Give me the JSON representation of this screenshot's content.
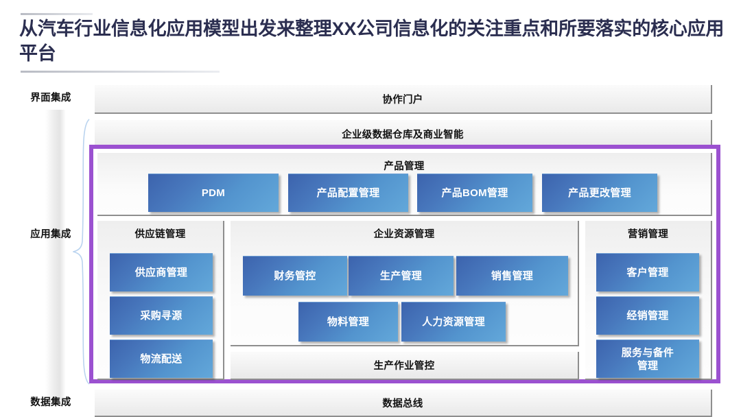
{
  "slide": {
    "title": "从汽车行业信息化应用模型出发来整理XX公司信息化的关注重点和所要落实的核心应用平台",
    "title_color": "#2b2e50",
    "accent_purple": "#9b51d0",
    "tile_blue_dark": "#3c63ad",
    "tile_blue_light": "#63a8da"
  },
  "axis": {
    "labels": [
      {
        "text": "界面集成"
      },
      {
        "text": "应用集成"
      },
      {
        "text": "数据集成"
      }
    ]
  },
  "layers": {
    "portal": {
      "label": "协作门户"
    },
    "warehouse": {
      "label": "企业级数据仓库及商业智能"
    },
    "databus": {
      "label": "数据总线"
    },
    "mes": {
      "label": "生产作业管控"
    }
  },
  "groups": {
    "product": {
      "title": "产品管理",
      "tiles": [
        {
          "label": "PDM"
        },
        {
          "label": "产品配置管理"
        },
        {
          "label": "产品BOM管理"
        },
        {
          "label": "产品更改管理"
        }
      ]
    },
    "supply_chain": {
      "title": "供应链管理",
      "tiles": [
        {
          "label": "供应商管理"
        },
        {
          "label": "采购寻源"
        },
        {
          "label": "物流配送"
        }
      ]
    },
    "erp": {
      "title": "企业资源管理",
      "tiles": [
        {
          "label": "财务管控"
        },
        {
          "label": "生产管理"
        },
        {
          "label": "销售管理"
        },
        {
          "label": "物料管理"
        },
        {
          "label": "人力资源管理"
        }
      ]
    },
    "marketing": {
      "title": "营销管理",
      "tiles": [
        {
          "label": "客户管理"
        },
        {
          "label": "经销管理"
        },
        {
          "label": "服务与备件\n管理"
        }
      ]
    }
  }
}
